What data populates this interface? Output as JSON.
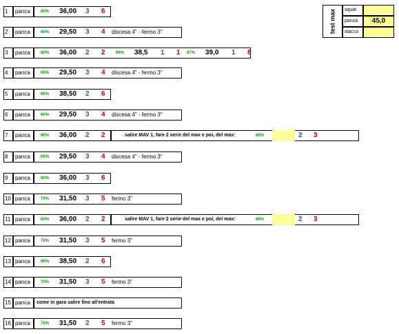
{
  "test_max": {
    "title": "test max",
    "rows": [
      {
        "label": "squat",
        "value": ""
      },
      {
        "label": "panca",
        "value": "45,0"
      },
      {
        "label": "stacco",
        "value": ""
      }
    ]
  },
  "rows": [
    {
      "n": "1",
      "exercise": "panca",
      "sets": [
        {
          "pct": "80%",
          "weight": "36,00",
          "series": "3",
          "reps": "6"
        }
      ]
    },
    {
      "n": "2",
      "exercise": "panca",
      "sets": [
        {
          "pct": "66%",
          "weight": "29,50",
          "series": "3",
          "reps": "4"
        }
      ],
      "note": "discesa 4\" - fermo 3\""
    },
    {
      "n": "3",
      "exercise": "panca",
      "sets": [
        {
          "pct": "80%",
          "weight": "36,00",
          "series": "2",
          "reps": "2"
        },
        {
          "pct": "86%",
          "weight": "38,5",
          "series": "1",
          "reps": "1"
        },
        {
          "pct": "87%",
          "weight": "39,0",
          "series": "1",
          "reps": "8"
        }
      ]
    },
    {
      "n": "4",
      "exercise": "panca",
      "sets": [
        {
          "pct": "66%",
          "weight": "29,50",
          "series": "3",
          "reps": "4"
        }
      ],
      "note": "discesa 4\" - fermo 3\""
    },
    {
      "n": "5",
      "exercise": "panca",
      "sets": [
        {
          "pct": "86%",
          "weight": "38,50",
          "series": "2",
          "reps": "6"
        }
      ]
    },
    {
      "n": "6",
      "exercise": "panca",
      "sets": [
        {
          "pct": "66%",
          "weight": "29,50",
          "series": "3",
          "reps": "4"
        }
      ],
      "note": "discesa 4\" - fermo 3\""
    },
    {
      "n": "7",
      "exercise": "panca",
      "sets": [
        {
          "pct": "80%",
          "weight": "36,00",
          "series": "2",
          "reps": "2"
        }
      ],
      "extra": {
        "text": "salire MAV 1, fare 2 serie del max e poi, del max:",
        "pct": "86%",
        "series": "2",
        "reps": "3"
      }
    },
    {
      "n": "8",
      "exercise": "panca",
      "sets": [
        {
          "pct": "66%",
          "weight": "29,50",
          "series": "3",
          "reps": "4"
        }
      ],
      "note": "discesa 4\" - fermo 3\""
    },
    {
      "n": "9",
      "exercise": "panca",
      "sets": [
        {
          "pct": "80%",
          "weight": "36,00",
          "series": "3",
          "reps": "6"
        }
      ]
    },
    {
      "n": "10",
      "exercise": "panca",
      "sets": [
        {
          "pct": "70%",
          "weight": "31,50",
          "series": "3",
          "reps": "5"
        }
      ],
      "note": "fermo 3\""
    },
    {
      "n": "11",
      "exercise": "panca",
      "sets": [
        {
          "pct": "80%",
          "weight": "36,00",
          "series": "2",
          "reps": "2"
        }
      ],
      "extra": {
        "text": "salire MAV 1, fare 2 serie del max e poi, del max:",
        "pct": "86%",
        "series": "2",
        "reps": "3"
      }
    },
    {
      "n": "12",
      "exercise": "panca",
      "sets": [
        {
          "pct": "70%",
          "weight": "31,50",
          "series": "3",
          "reps": "5"
        }
      ],
      "note": "fermo 3\""
    },
    {
      "n": "13",
      "exercise": "panca",
      "sets": [
        {
          "pct": "86%",
          "weight": "38,50",
          "series": "2",
          "reps": "6"
        }
      ]
    },
    {
      "n": "14",
      "exercise": "panca",
      "sets": [
        {
          "pct": "70%",
          "weight": "31,50",
          "series": "3",
          "reps": "5"
        }
      ],
      "note": "fermo 3\""
    },
    {
      "n": "15",
      "exercise": "panca",
      "comment": "come in gara salire fino all'entrata"
    },
    {
      "n": "16",
      "exercise": "panca",
      "sets": [
        {
          "pct": "70%",
          "weight": "31,50",
          "series": "2",
          "reps": "5"
        }
      ],
      "note": "fermo 3\""
    }
  ]
}
